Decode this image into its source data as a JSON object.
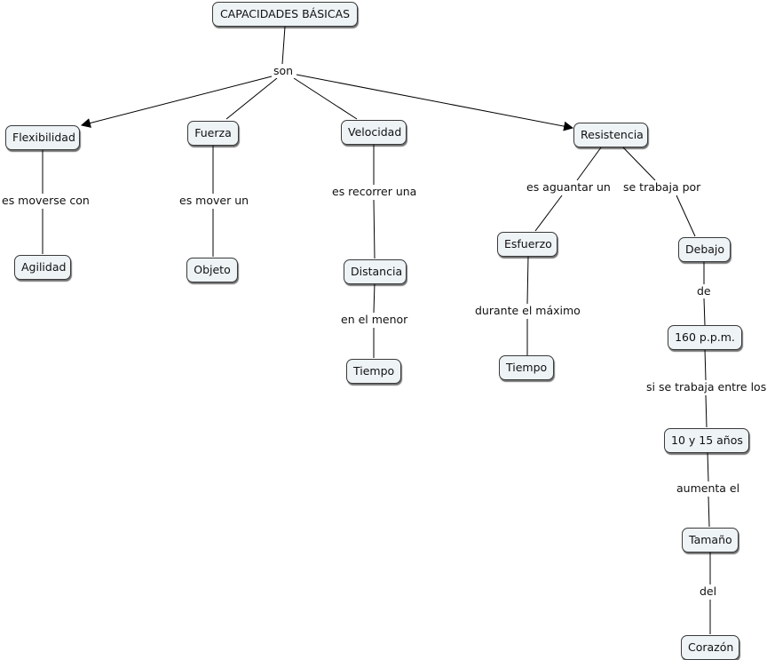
{
  "nodes": {
    "root": "CAPACIDADES BÁSICAS",
    "flexibilidad": "Flexibilidad",
    "fuerza": "Fuerza",
    "velocidad": "Velocidad",
    "resistencia": "Resistencia",
    "agilidad": "Agilidad",
    "objeto": "Objeto",
    "distancia": "Distancia",
    "tiempo_velocidad": "Tiempo",
    "esfuerzo": "Esfuerzo",
    "tiempo_esfuerzo": "Tiempo",
    "debajo": "Debajo",
    "ppm": "160 p.p.m.",
    "edad": "10 y 15 años",
    "tamano": "Tamaño",
    "corazon": "Corazón"
  },
  "links": {
    "son": "son",
    "es_moverse_con": "es moverse con",
    "es_mover_un": "es mover un",
    "es_recorrer_una": "es recorrer una",
    "en_el_menor": "en el menor",
    "es_aguantar_un": "es aguantar un",
    "durante_el_maximo": "durante el máximo",
    "se_trabaja_por": "se trabaja por",
    "de": "de",
    "si_se_trabaja_entre_los": "si se trabaja entre los",
    "aumenta_el": "aumenta el",
    "del": "del"
  },
  "colors": {
    "node_fill": "#eef3f6",
    "node_border": "#3a3a3a",
    "line": "#000000"
  }
}
